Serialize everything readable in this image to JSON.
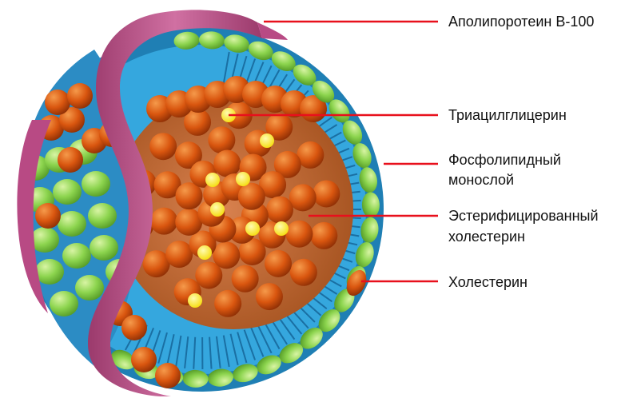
{
  "labels": {
    "apo": "Аполипоротеин В-100",
    "tag": "Триацилглицерин",
    "phospho_line1": "Фосфолипидный",
    "phospho_line2": "монослой",
    "ester_line1": "Эстерифицированный",
    "ester_line2": "холестерин",
    "chol": "Холестерин"
  },
  "colors": {
    "leader_line": "#e8101c",
    "phospholipid_head": "#8cd44e",
    "phospholipid_tail": "#2aa0d6",
    "core_ball": "#d9560f",
    "core_background": "#c46a36",
    "triglyceride_dot": "#f7e41a",
    "apolipoprotein_band": "#b84a84"
  }
}
